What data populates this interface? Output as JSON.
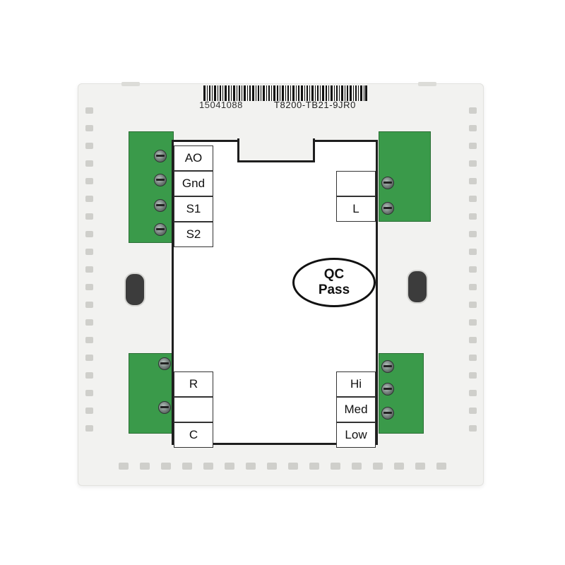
{
  "product": {
    "serial_number": "15041088",
    "model_number": "T8200-TB21-9JR0"
  },
  "terminals": {
    "top_left": [
      "AO",
      "Gnd",
      "S1",
      "S2"
    ],
    "top_right": [
      "",
      "L"
    ],
    "bottom_left": [
      "R",
      "",
      "C"
    ],
    "bottom_right": [
      "Hi",
      "Med",
      "Low"
    ]
  },
  "qc_stamp": {
    "line1": "QC",
    "line2": "Pass"
  },
  "colors": {
    "housing": "#f2f2f0",
    "terminal_block": "#3a9a4a",
    "label_border": "#1e1e1e",
    "label_background": "#ffffff"
  }
}
